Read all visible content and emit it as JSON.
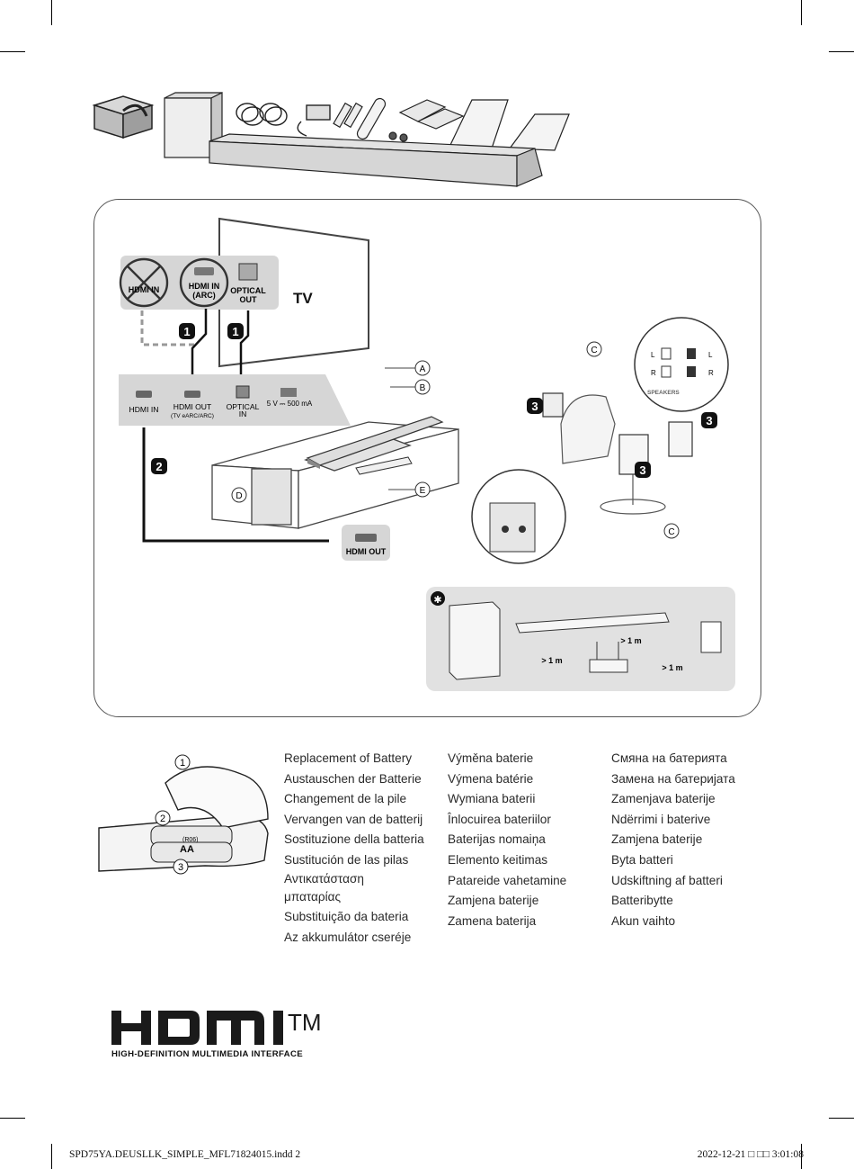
{
  "box_contents": {
    "icon": "box-open-icon"
  },
  "tv": {
    "label": "TV"
  },
  "tv_ports": {
    "hdmi_in": "HDMI IN",
    "hdmi_in_arc_l1": "HDMI IN",
    "hdmi_in_arc_l2": "(ARC)",
    "optical_out_l1": "OPTICAL",
    "optical_out_l2": "OUT"
  },
  "soundbar_ports": {
    "hdmi_in": "HDMI IN",
    "hdmi_out": "HDMI OUT",
    "hdmi_out_sub": "(TV eARC/ARC)",
    "optical_in_l1": "OPTICAL",
    "optical_in_l2": "IN",
    "usb": "5 V ⎓ 500 mA"
  },
  "device_port": {
    "hdmi_out": "HDMI OUT"
  },
  "steps": {
    "one": "1",
    "two": "2",
    "three": "3"
  },
  "callouts": {
    "a": "A",
    "b": "B",
    "c": "C",
    "d": "D",
    "e": "E"
  },
  "speaker_terminals": {
    "l_plus": "L",
    "l_minus": "L",
    "r_plus": "R",
    "r_minus": "R",
    "label": "SPEAKERS"
  },
  "note": {
    "star": "✱",
    "distance_1": "> 1 m",
    "distance_2": "> 1 m",
    "distance_3": "> 1 m"
  },
  "battery_steps": {
    "s1": "1",
    "s2": "2",
    "s3": "3",
    "aa": "AA",
    "r06": "(R06)"
  },
  "battery_replacement": {
    "col1": [
      "Replacement of Battery",
      "Austauschen der Batterie",
      "Changement de la pile",
      "Vervangen van de batterij",
      "Sostituzione della batteria",
      "Sustitución de las pilas",
      "Αντικατάσταση",
      "μπαταρίας",
      "Substituição da bateria",
      "Az akkumulátor cseréje"
    ],
    "col2": [
      "Výměna baterie",
      "Výmena batérie",
      "Wymiana baterii",
      "Înlocuirea bateriilor",
      "Baterijas nomaiņa",
      "Elemento keitimas",
      "Patareide vahetamine",
      "Zamjena baterije",
      "Zamena baterija"
    ],
    "col3": [
      "Смяна на батерията",
      "Замена на батеријата",
      "Zamenjava baterije",
      "Ndërrimi i baterive",
      "Zamjena baterije",
      "Byta batteri",
      "Udskiftning af batteri",
      "Batteribytte",
      "Akun vaihto"
    ]
  },
  "hdmi_logo": {
    "wordmark": "HDMI",
    "tm": "TM",
    "subtitle": "HIGH-DEFINITION MULTIMEDIA INTERFACE"
  },
  "footer": {
    "file": "SPD75YA.DEUSLLK_SIMPLE_MFL71824015.indd   2",
    "timestamp": "2022-12-21 □   □□ 3:01:08"
  }
}
